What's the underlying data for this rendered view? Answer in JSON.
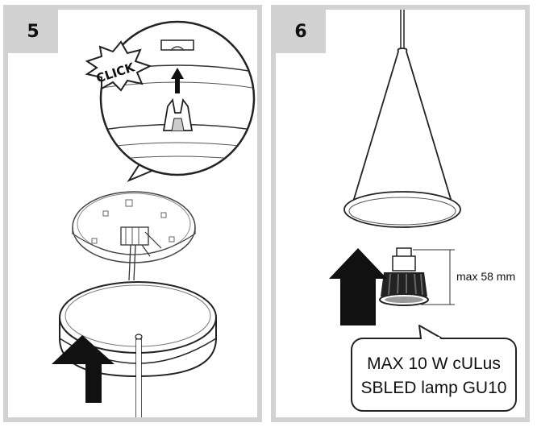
{
  "steps": [
    {
      "number": "5",
      "click_label": "CLICK"
    },
    {
      "number": "6",
      "dimension_label": "max 58 mm",
      "callout_line1": "MAX 10 W cULus",
      "callout_line2": "SBLED lamp GU10"
    }
  ],
  "colors": {
    "frame": "#d2d2d2",
    "arrow": "#111111",
    "stroke": "#222222",
    "fill": "#ffffff"
  },
  "icons": [
    "up-arrow-icon",
    "click-burst-icon",
    "gu10-bulb-icon"
  ]
}
